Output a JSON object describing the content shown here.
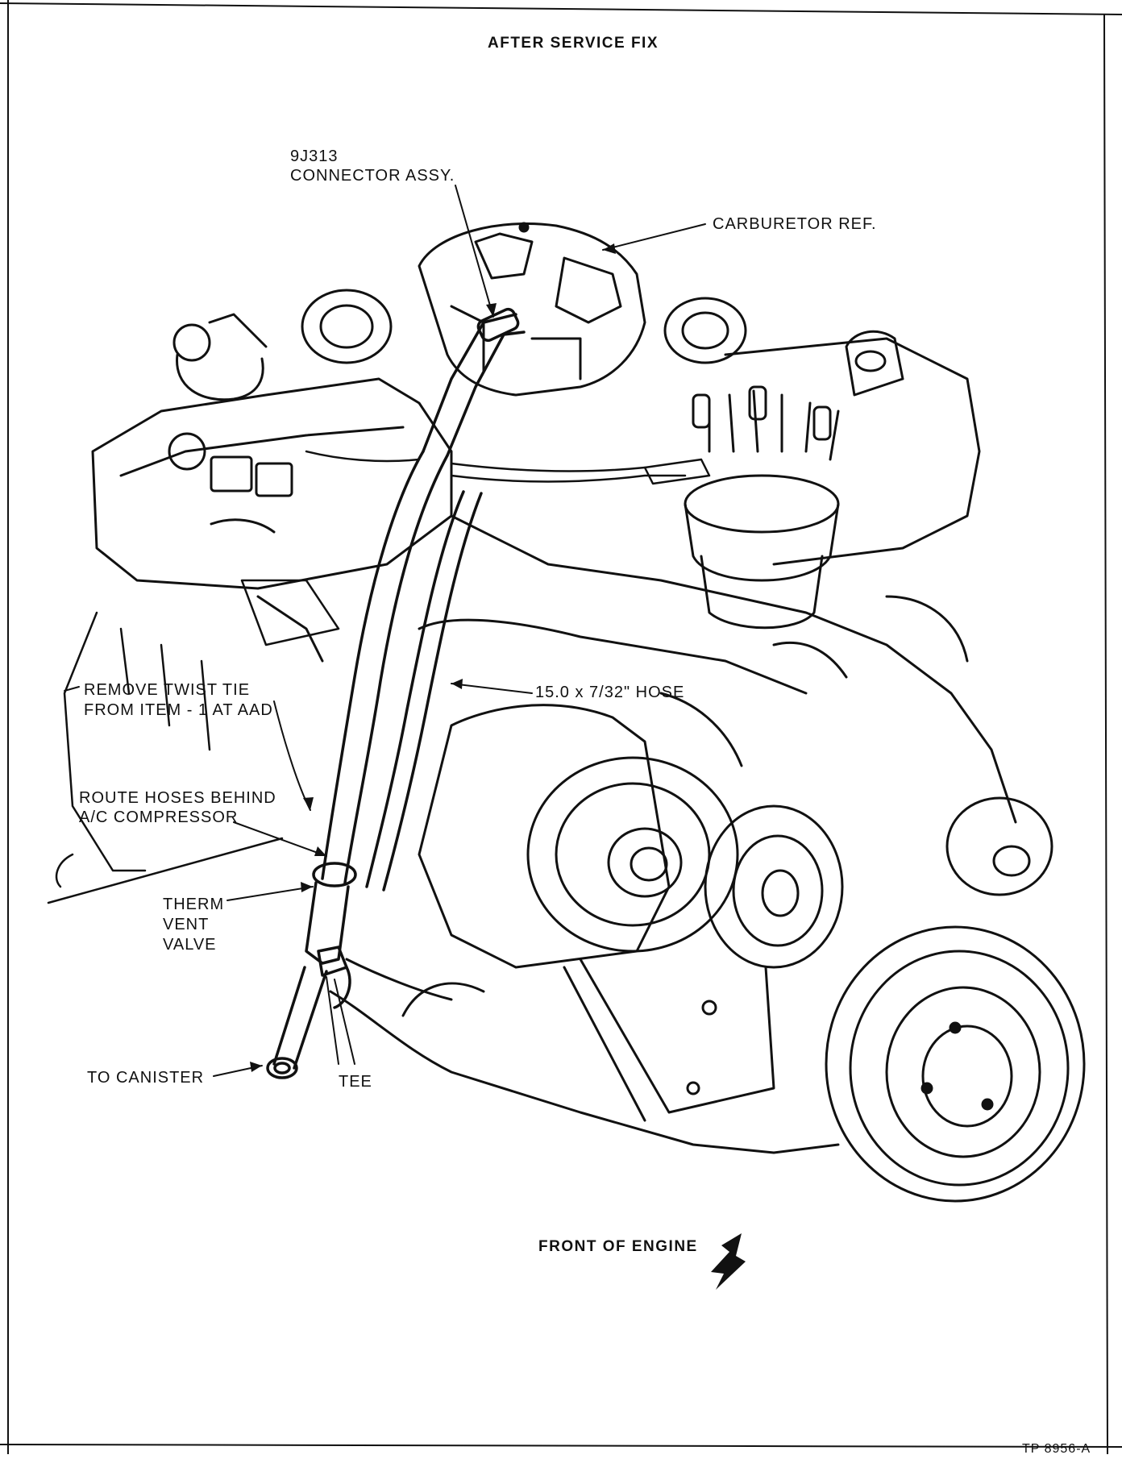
{
  "header": {
    "title": "AFTER SERVICE FIX"
  },
  "callouts": {
    "connector_part_no": "9J313",
    "connector_name": "CONNECTOR ASSY.",
    "carburetor": "CARBURETOR REF.",
    "twist_tie_line1": "REMOVE TWIST TIE",
    "twist_tie_line2": "FROM ITEM - 1 AT AAD",
    "hose": "15.0 x 7/32\" HOSE",
    "route_line1": "ROUTE HOSES BEHIND",
    "route_line2": "A/C COMPRESSOR",
    "therm_line1": "THERM",
    "therm_line2": "VENT",
    "therm_line3": "VALVE",
    "canister": "TO CANISTER",
    "tee": "TEE"
  },
  "footer": {
    "front_of_engine": "FRONT OF ENGINE",
    "ref_code": "TP 8956-A"
  },
  "icons": [
    "direction-arrow-icon"
  ],
  "colors": {
    "ink": "#111111",
    "paper": "#ffffff"
  }
}
